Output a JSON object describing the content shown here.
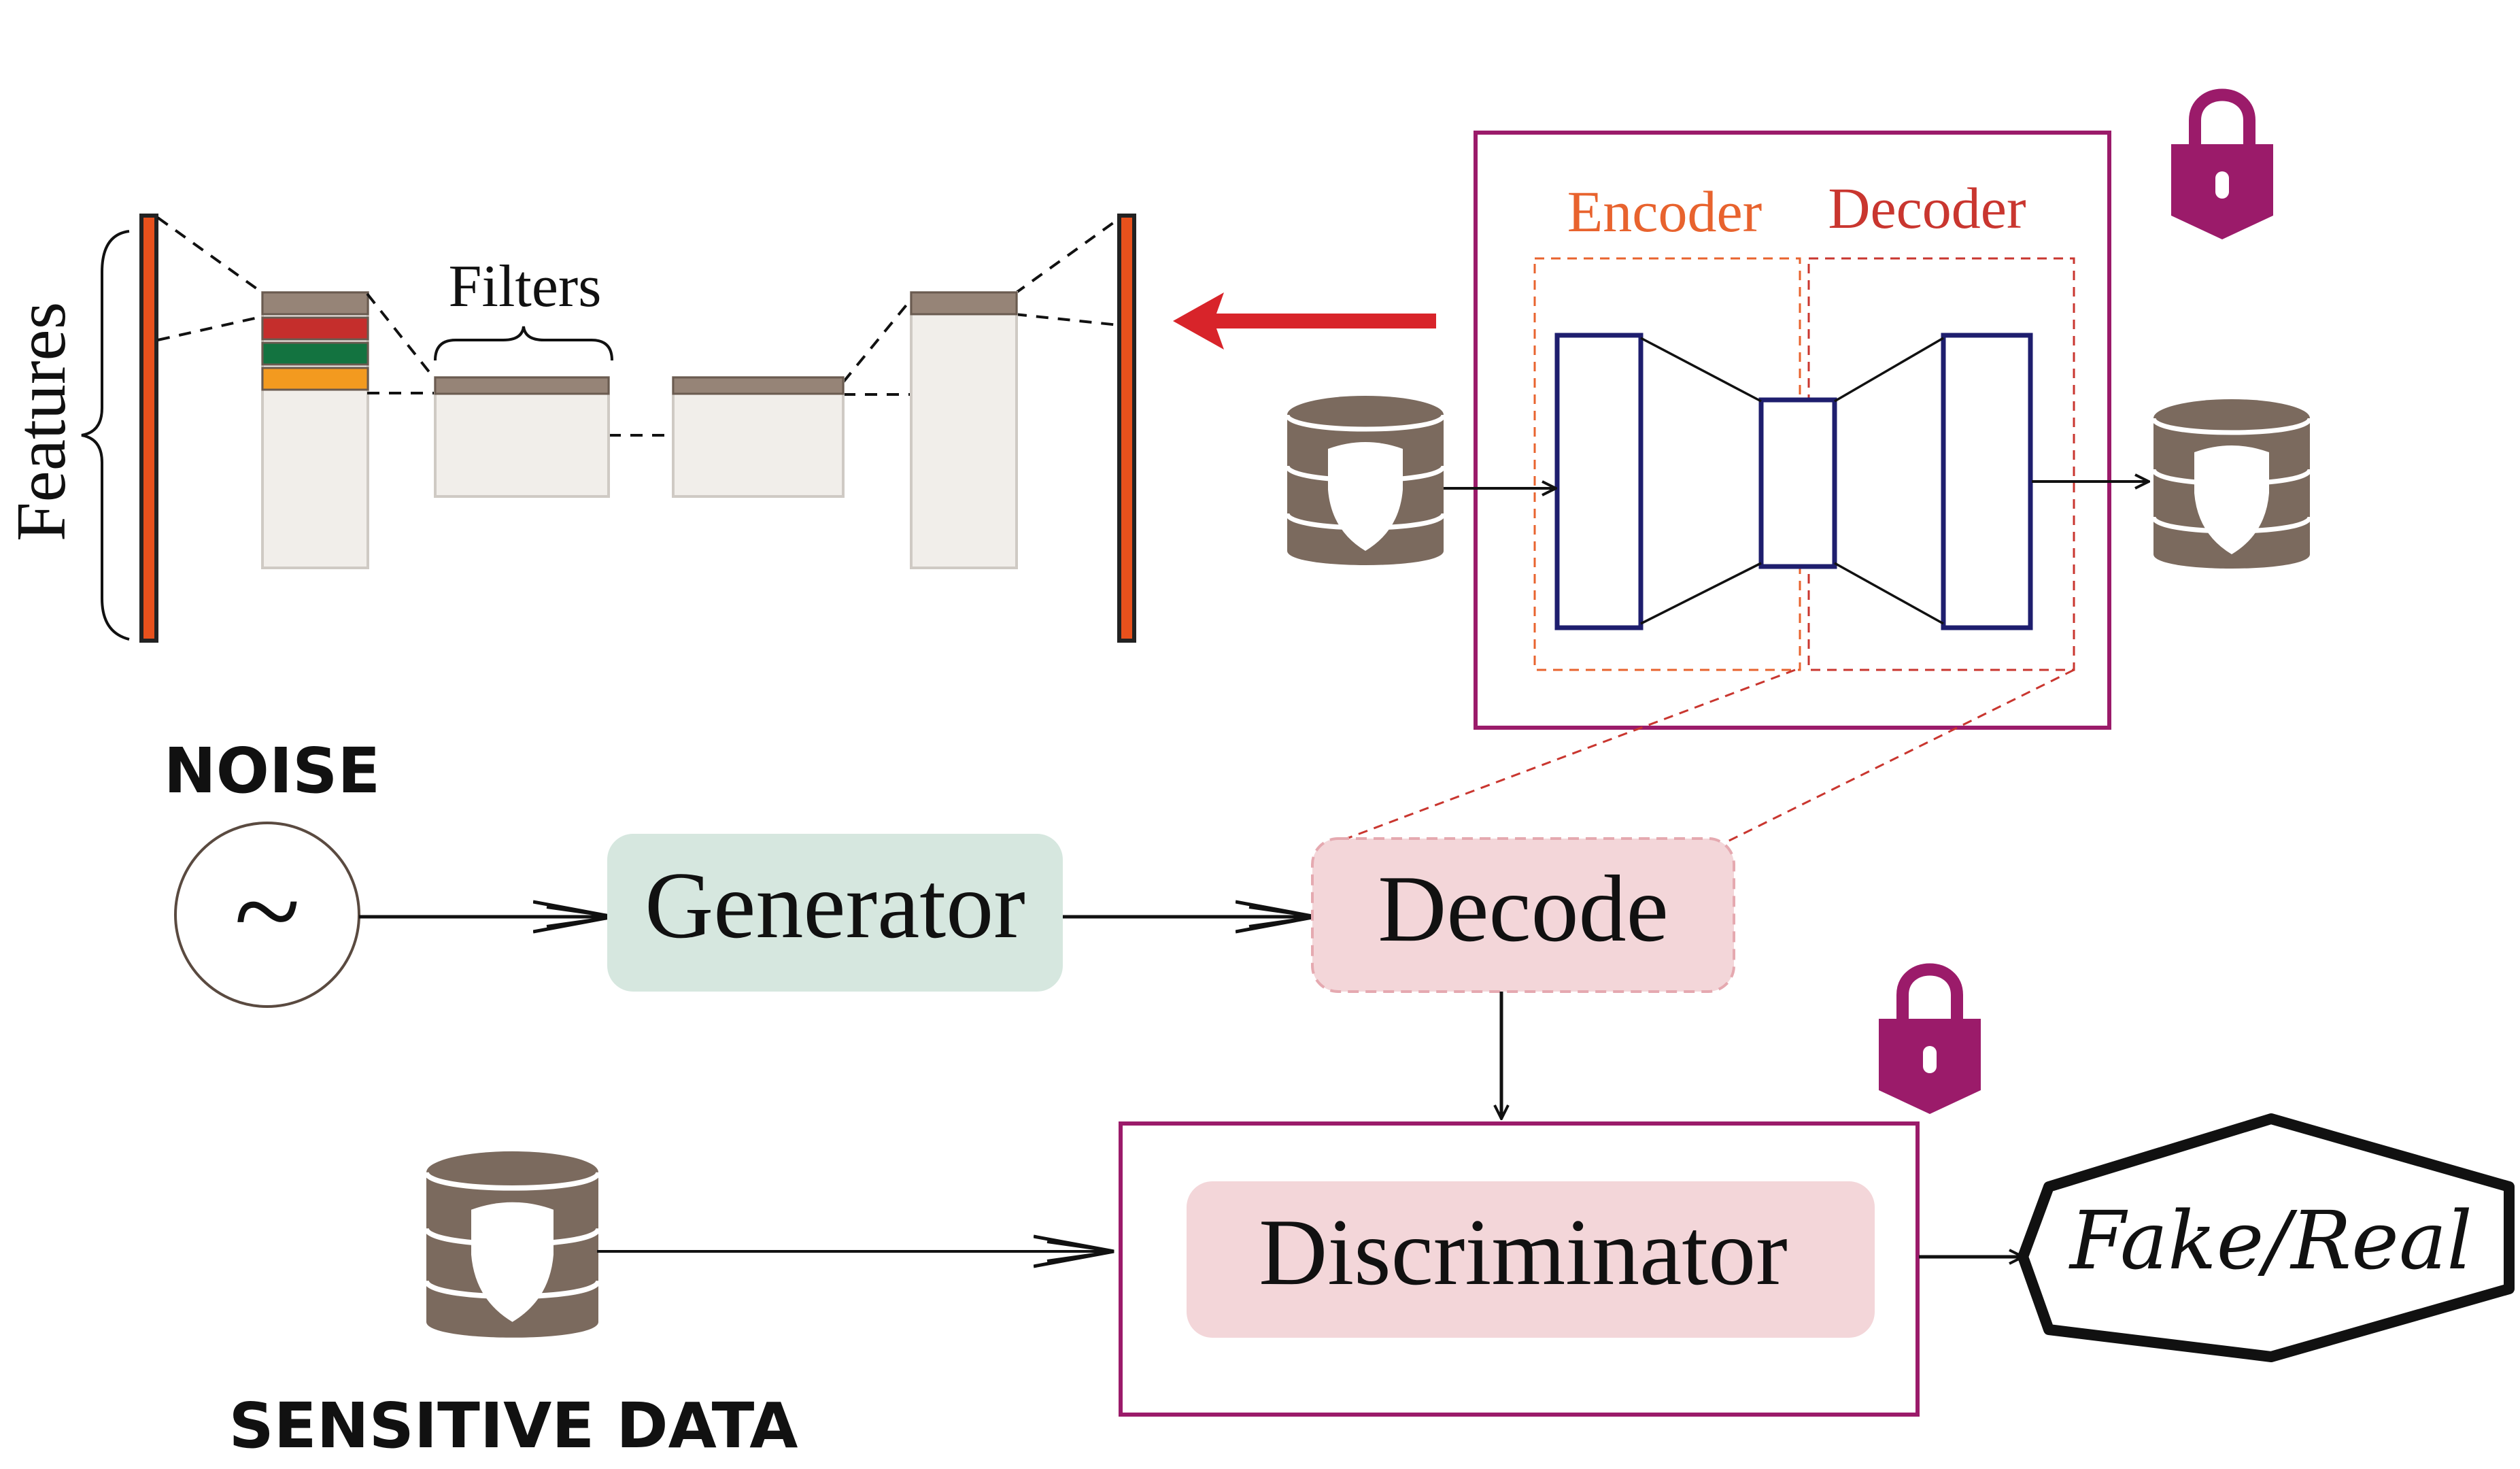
{
  "labels": {
    "features": "Features",
    "filters": "Filters",
    "encoder": "Encoder",
    "decoder": "Decoder",
    "noise": "NOISE",
    "noise_symbol": "~",
    "generator": "Generator",
    "decode": "Decode",
    "discriminator": "Discriminator",
    "sensitive_data": "SENSITIVE DATA",
    "output": "Fake/Real"
  },
  "colors": {
    "frame": "#9b1b6a",
    "encoder_text": "#e8632e",
    "decoder_text": "#c9362f",
    "red_arrow": "#d8242a",
    "db": "#7b6a5e",
    "generator_fill": "#d6e7df",
    "decode_fill": "#f3d6d9",
    "discriminator_fill": "#f3d6d9",
    "feature_bar": "#e8511c",
    "autoencoder_stroke": "#1e1e6e"
  },
  "icons": [
    "lock-icon",
    "database-shield-icon",
    "noise-circle-icon"
  ]
}
